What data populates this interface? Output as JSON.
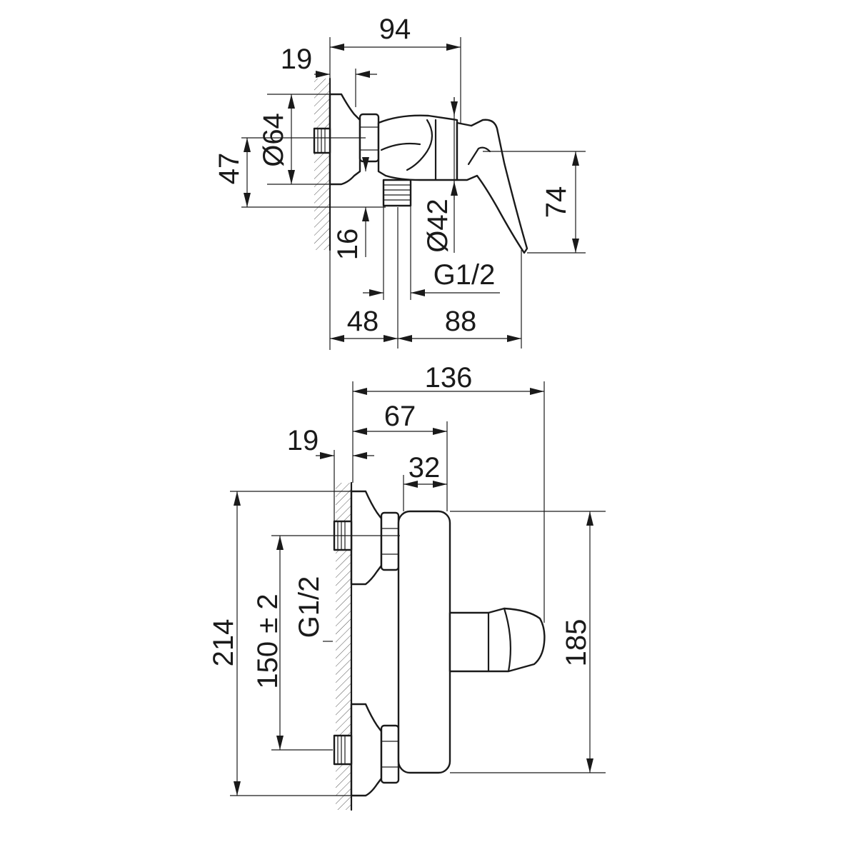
{
  "side_view": {
    "dims": {
      "d94": "94",
      "d19": "19",
      "d64": "Ø64",
      "d47": "47",
      "d16": "16",
      "d42": "Ø42",
      "d74": "74",
      "g12": "G1/2",
      "d48": "48",
      "d88": "88"
    }
  },
  "front_view": {
    "dims": {
      "d136": "136",
      "d67": "67",
      "d19": "19",
      "d32": "32",
      "d214": "214",
      "d150": "150 ± 2",
      "g12": "G1/2",
      "d185": "185"
    }
  }
}
